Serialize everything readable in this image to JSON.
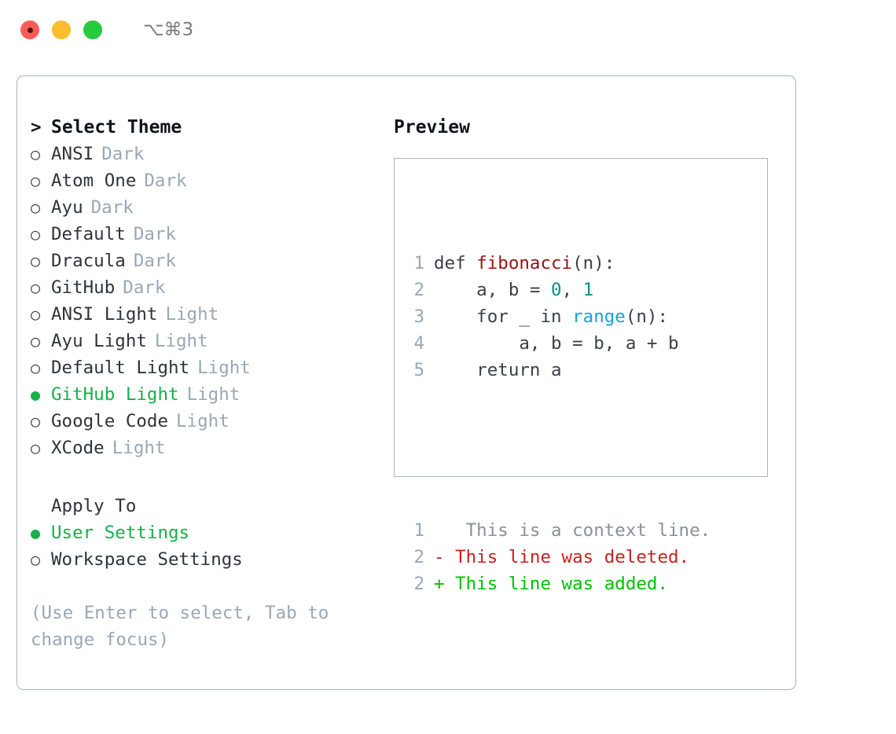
{
  "window": {
    "shortcut": "⌥⌘3",
    "traffic_lights": [
      "close-red",
      "minimize-yellow",
      "maximize-green"
    ]
  },
  "theme_picker": {
    "header": {
      "marker": ">",
      "title": "Select Theme"
    },
    "items": [
      {
        "marker": "○",
        "name": "ANSI",
        "badge": "Dark",
        "selected": false
      },
      {
        "marker": "○",
        "name": "Atom One",
        "badge": "Dark",
        "selected": false
      },
      {
        "marker": "○",
        "name": "Ayu",
        "badge": "Dark",
        "selected": false
      },
      {
        "marker": "○",
        "name": "Default",
        "badge": "Dark",
        "selected": false
      },
      {
        "marker": "○",
        "name": "Dracula",
        "badge": "Dark",
        "selected": false
      },
      {
        "marker": "○",
        "name": "GitHub",
        "badge": "Dark",
        "selected": false
      },
      {
        "marker": "○",
        "name": "ANSI Light",
        "badge": "Light",
        "selected": false
      },
      {
        "marker": "○",
        "name": "Ayu Light",
        "badge": "Light",
        "selected": false
      },
      {
        "marker": "○",
        "name": "Default Light",
        "badge": "Light",
        "selected": false
      },
      {
        "marker": "●",
        "name": "GitHub Light",
        "badge": "Light",
        "selected": true
      },
      {
        "marker": "○",
        "name": "Google Code",
        "badge": "Light",
        "selected": false
      },
      {
        "marker": "○",
        "name": "XCode",
        "badge": "Light",
        "selected": false
      }
    ]
  },
  "apply_to": {
    "title": "Apply To",
    "options": [
      {
        "marker": "●",
        "label": "User Settings",
        "selected": true
      },
      {
        "marker": "○",
        "label": "Workspace Settings",
        "selected": false
      }
    ]
  },
  "hint": "(Use Enter to select, Tab to change focus)",
  "preview": {
    "title": "Preview",
    "code_lines": [
      {
        "no": "1",
        "segments": [
          {
            "t": "def ",
            "c": "plain"
          },
          {
            "t": "fibonacci",
            "c": "func"
          },
          {
            "t": "(n):",
            "c": "plain"
          }
        ]
      },
      {
        "no": "2",
        "segments": [
          {
            "t": "    a, b = ",
            "c": "plain"
          },
          {
            "t": "0",
            "c": "num"
          },
          {
            "t": ", ",
            "c": "plain"
          },
          {
            "t": "1",
            "c": "num"
          }
        ]
      },
      {
        "no": "3",
        "segments": [
          {
            "t": "    for _ in ",
            "c": "plain"
          },
          {
            "t": "range",
            "c": "builtin"
          },
          {
            "t": "(n):",
            "c": "plain"
          }
        ]
      },
      {
        "no": "4",
        "segments": [
          {
            "t": "        a, b = b, a + b",
            "c": "plain"
          }
        ]
      },
      {
        "no": "5",
        "segments": [
          {
            "t": "    return a",
            "c": "plain"
          }
        ]
      }
    ],
    "diff_lines": [
      {
        "no": "1",
        "sign": " ",
        "text": "  This is a context line.",
        "kind": "ctx"
      },
      {
        "no": "2",
        "sign": "-",
        "text": " This line was deleted.",
        "kind": "del"
      },
      {
        "no": "2",
        "sign": "+",
        "text": " This line was added.",
        "kind": "add"
      }
    ]
  },
  "colors": {
    "accent_green": "#16b04b",
    "border": "#a8b3c1",
    "muted": "#9aa7b6",
    "text": "#2f343a",
    "diff_del": "#cc1f1f",
    "diff_add": "#00c000",
    "tok_func": "#9b1212",
    "tok_num": "#0b8e8e",
    "tok_builtin": "#1b9fd8"
  }
}
